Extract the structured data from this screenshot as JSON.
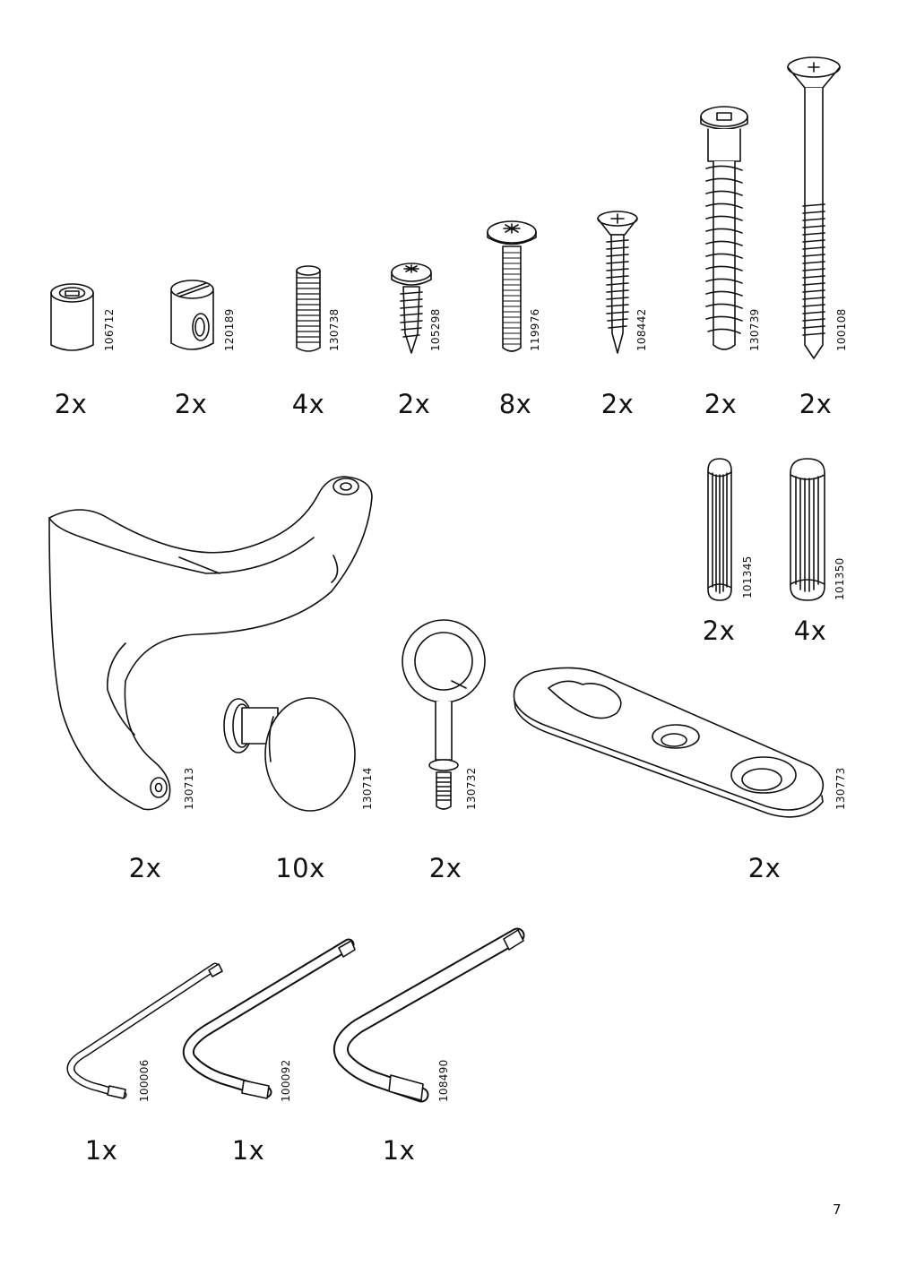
{
  "parts": [
    {
      "id": "p1",
      "art": "106712",
      "qty": "2x",
      "icon": "connector-sleeve-icon"
    },
    {
      "id": "p2",
      "art": "120189",
      "qty": "2x",
      "icon": "cross-dowel-icon"
    },
    {
      "id": "p3",
      "art": "130738",
      "qty": "4x",
      "icon": "threaded-stud-icon"
    },
    {
      "id": "p4",
      "art": "105298",
      "qty": "2x",
      "icon": "pan-head-screw-icon"
    },
    {
      "id": "p5",
      "art": "119976",
      "qty": "8x",
      "icon": "machine-screw-icon"
    },
    {
      "id": "p6",
      "art": "108442",
      "qty": "2x",
      "icon": "countersunk-screw-icon"
    },
    {
      "id": "p7",
      "art": "130739",
      "qty": "2x",
      "icon": "connector-bolt-icon"
    },
    {
      "id": "p8",
      "art": "100108",
      "qty": "2x",
      "icon": "long-bolt-icon"
    },
    {
      "id": "p9",
      "art": "101345",
      "qty": "2x",
      "icon": "small-dowel-icon"
    },
    {
      "id": "p10",
      "art": "101350",
      "qty": "4x",
      "icon": "large-dowel-icon"
    },
    {
      "id": "p11",
      "art": "130713",
      "qty": "2x",
      "icon": "hook-bracket-icon"
    },
    {
      "id": "p12",
      "art": "130714",
      "qty": "10x",
      "icon": "knob-icon"
    },
    {
      "id": "p13",
      "art": "130732",
      "qty": "2x",
      "icon": "eye-screw-icon"
    },
    {
      "id": "p14",
      "art": "130773",
      "qty": "2x",
      "icon": "mounting-plate-icon"
    },
    {
      "id": "p15",
      "art": "100006",
      "qty": "1x",
      "icon": "small-allen-key-icon"
    },
    {
      "id": "p16",
      "art": "100092",
      "qty": "1x",
      "icon": "medium-allen-key-icon"
    },
    {
      "id": "p17",
      "art": "108490",
      "qty": "1x",
      "icon": "large-allen-key-icon"
    }
  ],
  "page_number": "7"
}
